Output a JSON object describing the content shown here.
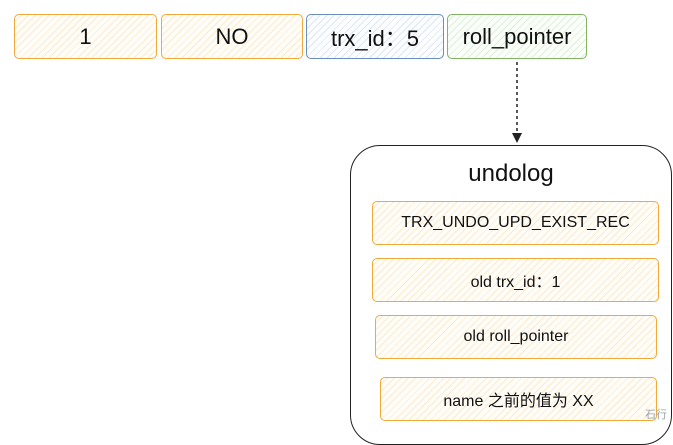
{
  "record": {
    "cells": [
      "1",
      "NO"
    ],
    "trx_id": "trx_id：5",
    "roll_pointer": "roll_pointer"
  },
  "undolog": {
    "title": "undolog",
    "entries": [
      "TRX_UNDO_UPD_EXIST_REC",
      "old trx_id：1",
      "old roll_pointer",
      "name 之前的值为 XX"
    ]
  },
  "watermark": "石行"
}
